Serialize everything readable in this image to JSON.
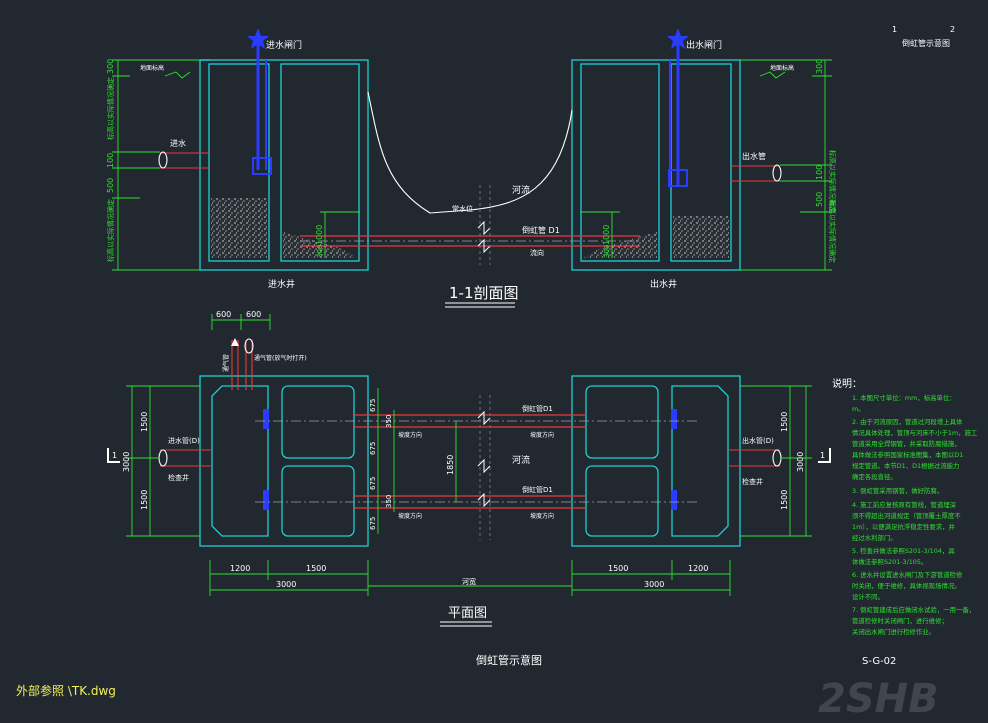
{
  "title_block": {
    "drawing_name": "倒虹管示意图",
    "drawing_no": "S-G-02",
    "sheet_index": "1",
    "sheet_total": "2",
    "corner_title": "倒虹管示意图"
  },
  "xref": "外部参照 \\TK.dwg",
  "watermark": "2SHB",
  "section": {
    "title": "1-1剖面图",
    "inlet_well": "进水井",
    "outlet_well": "出水井",
    "inlet_valve": "进水闸门",
    "outlet_valve": "出水闸门",
    "river": "河流",
    "pipe_label": "倒虹管 D1",
    "water_level": "常水位",
    "flow_label": "流向",
    "in_pipe": "进水",
    "out_pipe": "出水管",
    "dim_300": "300",
    "dim_100": "100",
    "dim_500": "500",
    "dim_1000": "1000",
    "dim_300b": "300",
    "left_vtext_1": "标高以实际情况确定",
    "left_vtext_2": "标高以实际情况确定",
    "right_vtext_1": "标高以实际情况确定",
    "right_vtext_2": "标高以实际情况确定",
    "ground_mark": "地面标高"
  },
  "plan": {
    "title": "平面图",
    "river": "河流",
    "pipe_label_1": "倒虹管D1",
    "pipe_label_2": "倒虹管D1",
    "slope_1": "坡度方向",
    "slope_2": "坡度方向",
    "slope_3": "坡度方向",
    "slope_4": "坡度方向",
    "inlet_label": "进水管(D)",
    "outlet_label": "出水管(D)",
    "inlet_sub": "检查井",
    "outlet_sub": "检查井",
    "vent_1": "通气管",
    "vent_2": "通气管(放气时打开)",
    "section_mark": "1",
    "dim_600a": "600",
    "dim_600b": "600",
    "dim_1200a": "1200",
    "dim_1500a": "1500",
    "dim_3000a": "3000",
    "dim_1500b": "1500",
    "dim_1200b": "1200",
    "dim_3000b": "3000",
    "dim_river": "河宽",
    "dim_1500_l1": "1500",
    "dim_1500_l2": "1500",
    "dim_3000_l": "3000",
    "dim_1500_r1": "1500",
    "dim_1500_r2": "1500",
    "dim_3000_r": "3000",
    "dim_675a": "675",
    "dim_350a": "350",
    "dim_675b": "675",
    "dim_675c": "675",
    "dim_350b": "350",
    "dim_675d": "675",
    "dim_1850": "1850"
  },
  "notes": {
    "heading": "说明：",
    "items": [
      "1. 本图尺寸单位：mm，标高单位：",
      "m。",
      "2. 由于河流原因，管道过河段增上具体",
      "情况具体处理，管顶与河床不小于1m，施工",
      "管道采用全焊钢管，并采取防腐措施，",
      "具体做法参照国家标准图集，本图以D1",
      "规定管道。本节D1、D1根据过流能力",
      "确定各段直径。",
      "3. 倒虹管采用钢管，做好防腐。",
      "4. 施工前应复核原有管线，管道埋深",
      "须不得超出河道规定（管顶覆土厚度不",
      "1m），以便满足抗浮稳定性要求，并",
      "经过水利部门。",
      "5. 检查井做法参照S201-3/104，具",
      "体做法参照S201-3/105。",
      "6. 进水井设置进水闸门及下游管道检修",
      "时关闭，便于维修，具体视现场情况。",
      "设计不同。",
      "7. 倒虹管建成后应做闭水试验，一用一备，",
      "管道检修时关闭闸门，进行维修；",
      "关闭出水闸门进行检修作业。"
    ]
  },
  "colors": {
    "background": "#212830",
    "wall": "#19d2d2",
    "dimension": "#2fe12f",
    "pipe": "#e83a3a",
    "valve": "#2a3cff",
    "text": "#ffffff"
  }
}
